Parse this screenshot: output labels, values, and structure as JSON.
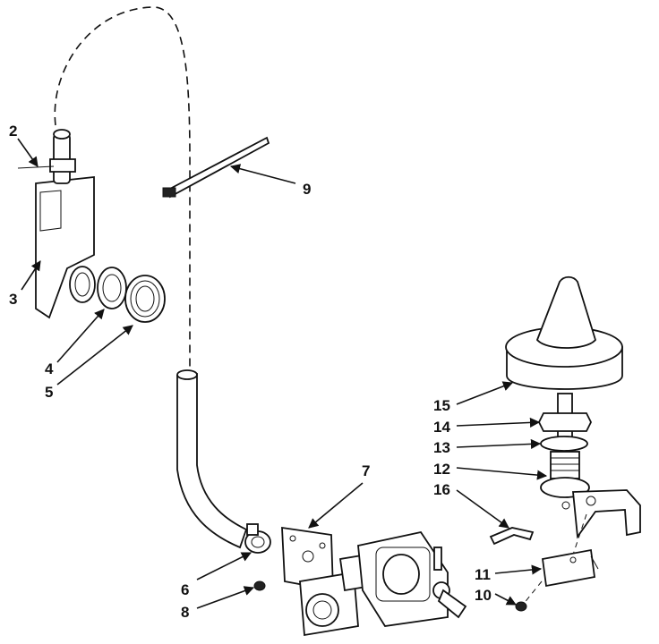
{
  "labels": {
    "p1": "2",
    "p2": "3",
    "p3": "4",
    "p4": "5",
    "p5": "9",
    "p6": "7",
    "p7": "6",
    "p8": "8",
    "p9": "15",
    "p10": "14",
    "p11": "13",
    "p12": "12",
    "p13": "16",
    "p14": "11",
    "p15": "10"
  }
}
